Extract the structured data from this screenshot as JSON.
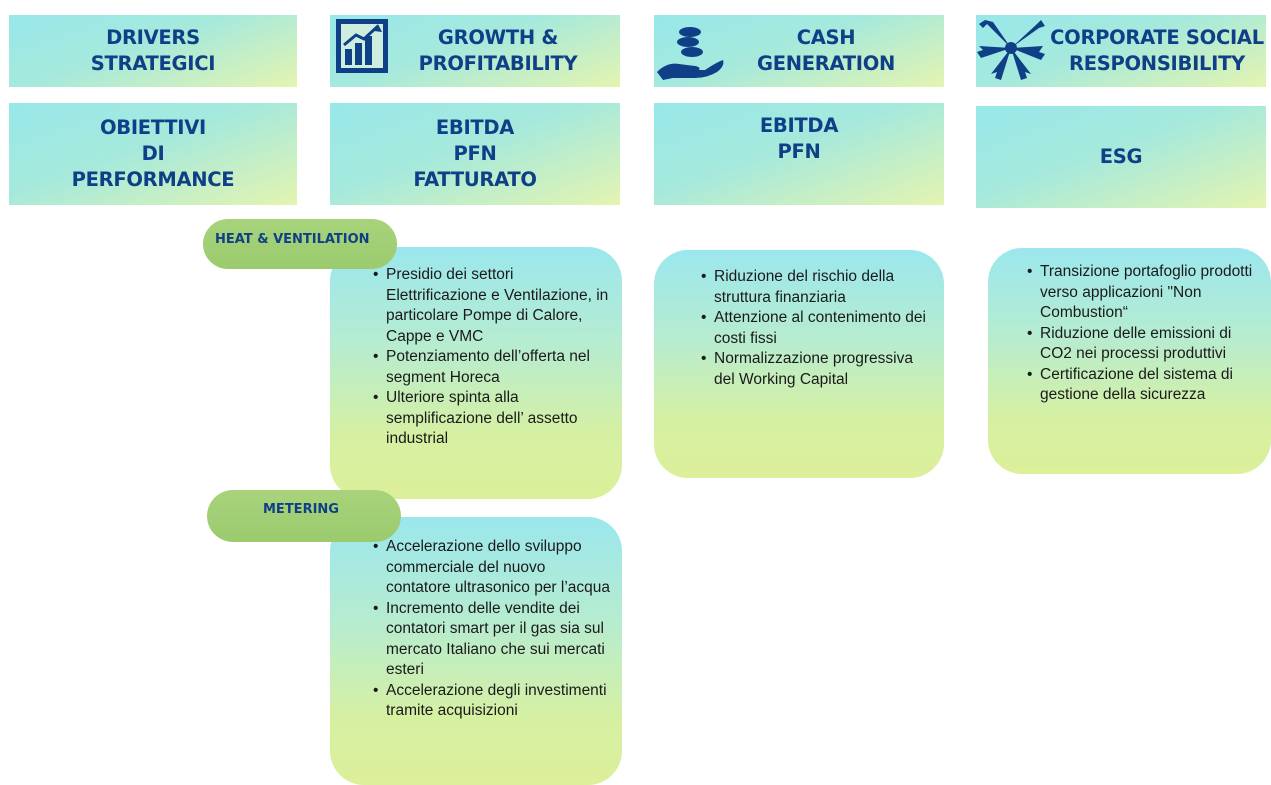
{
  "headers": {
    "drivers": "DRIVERS\nSTRATEGICI",
    "growth": "GROWTH &\nPROFITABILITY",
    "cash": "CASH\nGENERATION",
    "csr": "CORPORATE SOCIAL\nRESPONSIBILITY"
  },
  "objectives": {
    "label": "OBIETTIVI\nDI\nPERFORMANCE",
    "growth": "EBITDA\nPFN\nFATTURATO",
    "cash": "EBITDA\nPFN",
    "csr": "ESG"
  },
  "icons": {
    "growth": "bar-chart-growth-icon",
    "cash": "hand-coins-icon",
    "csr": "joined-hands-icon"
  },
  "heat_ventilation": {
    "title": "HEAT &  VENTILATION",
    "items": [
      "Presidio dei settori Elettrificazione e Ventilazione, in particolare Pompe di Calore, Cappe e VMC",
      "Potenziamento dell’offerta nel segment Horeca",
      "Ulteriore spinta alla semplificazione dell’ assetto industrial"
    ]
  },
  "metering": {
    "title": "METERING",
    "items": [
      "Accelerazione dello sviluppo commerciale del nuovo contatore ultrasonico per l’acqua",
      "Incremento delle vendite dei contatori smart per il gas sia sul mercato Italiano che sui mercati esteri",
      "Accelerazione degli investimenti tramite acquisizioni"
    ]
  },
  "cash_items": [
    "Riduzione del rischio della struttura finanziaria",
    "Attenzione al contenimento dei costi fissi",
    "Normalizzazione progressiva del Working Capital"
  ],
  "csr_items": [
    "Transizione portafoglio prodotti verso applicazioni \"Non Combustion“",
    "Riduzione delle emissioni di CO2 nei processi produttivi",
    "Certificazione del sistema di gestione della sicurezza"
  ],
  "colors": {
    "header_text": "#0f3f86",
    "icon": "#0f3f86",
    "pill": "#9fcd73"
  }
}
